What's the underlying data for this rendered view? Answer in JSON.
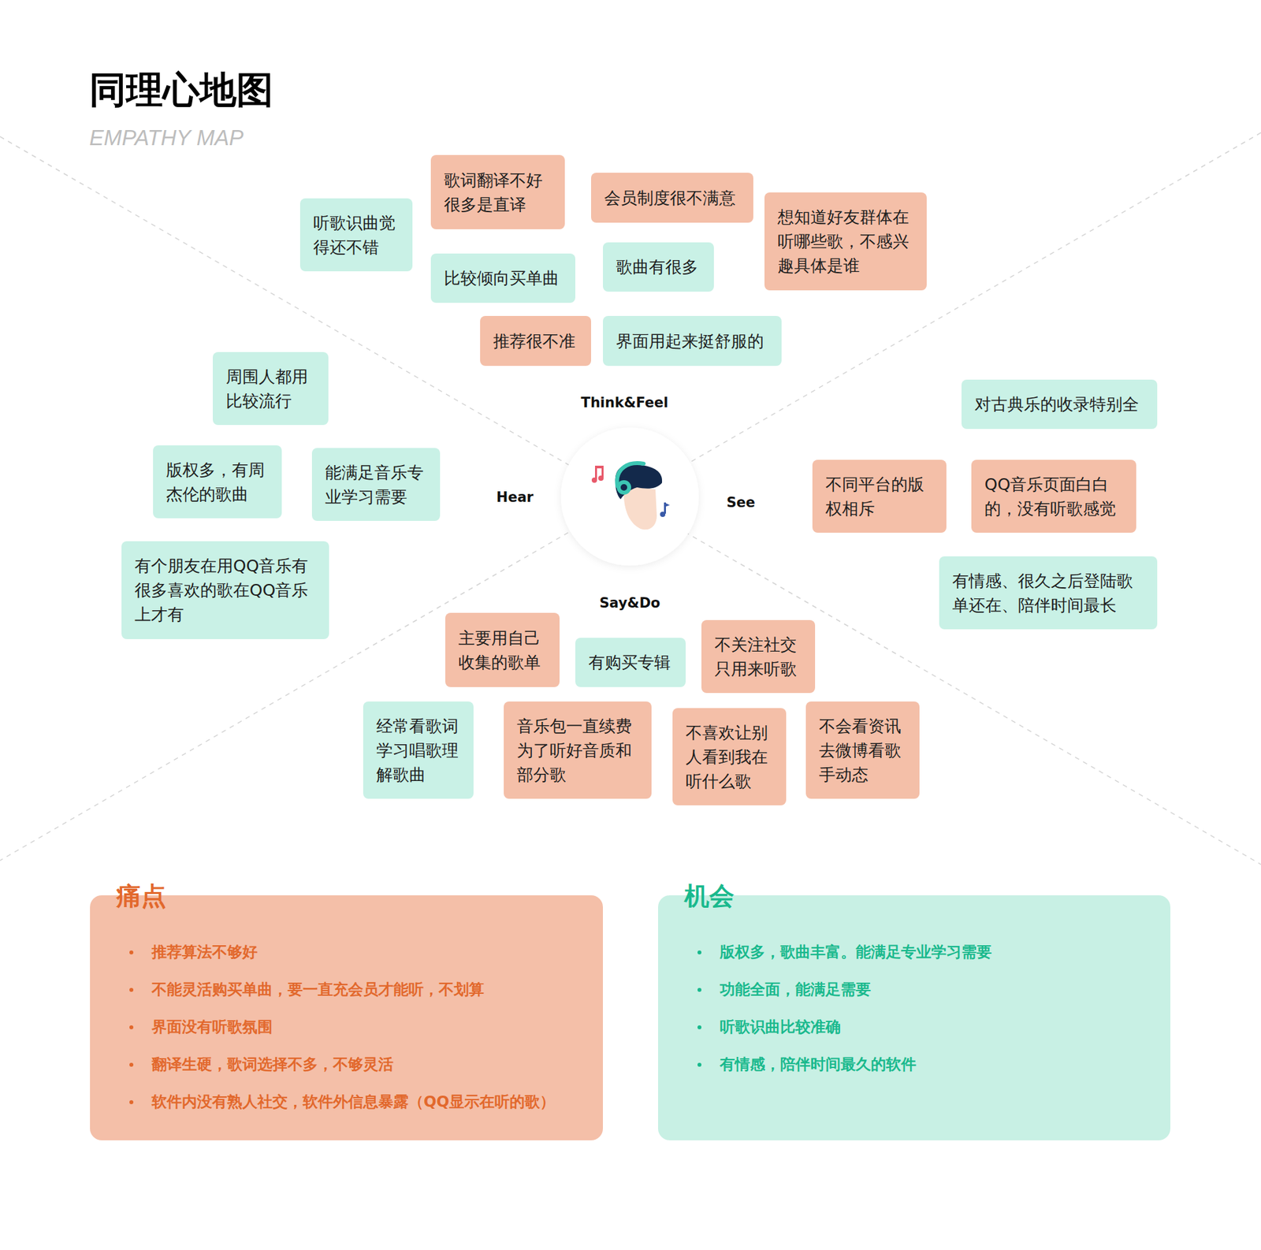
{
  "diagram": {
    "title": "同理心地图",
    "nodes": [
      {
        "text": [
          "听歌识曲觉得还不错"
        ]
      },
      {
        "text": [
          "歌词翻译不好很多是直译"
        ]
      },
      {
        "text": [
          "会员制度很不满意"
        ]
      },
      {
        "text": [
          "想知道好友群体在听哪些歌，不感兴趣具体是谁"
        ]
      },
      {
        "text": [
          "比较倾向买单曲"
        ]
      },
      {
        "text": [
          "歌曲有很多"
        ]
      },
      {
        "text": [
          "推荐很不准"
        ]
      },
      {
        "text": [
          "界面用起来挺舒服的"
        ]
      },
      {
        "text": [
          "周围人都用比较流行"
        ]
      },
      {
        "text": [
          "版权多，有周杰伦的歌曲"
        ]
      },
      {
        "text": [
          "能满足音乐专业学习需要"
        ]
      },
      {
        "text": [
          "有个朋友在用QQ音乐有很多喜欢的歌在QQ音乐上才有"
        ]
      },
      {
        "text": [
          "对古典乐的收录特别全"
        ]
      },
      {
        "text": [
          "不同平台的版权相斥"
        ]
      },
      {
        "text": [
          "QQ音乐页面白白的，没有听歌感觉"
        ]
      },
      {
        "text": [
          "有情感、很久之后登陆歌单还在、陪伴时间最长"
        ]
      },
      {
        "text": [
          "主要用自己收集的歌单"
        ]
      },
      {
        "text": [
          "有购买专辑"
        ]
      },
      {
        "text": [
          "不关注社交只用来听歌"
        ]
      },
      {
        "text": [
          "经常看歌词学习唱歌理解歌曲"
        ]
      },
      {
        "text": [
          "音乐包一直续费为了听好音质和部分歌"
        ]
      },
      {
        "text": [
          "不喜欢让别人看到我在听什么歌"
        ]
      },
      {
        "text": [
          "不会看资讯去微博看歌手动态"
        ]
      },
      {
        "text": [
          "痛点",
          "推荐算法不够好",
          "不能灵活购买单曲，要一直充会员才能听，不划算",
          "界面没有听歌氛围",
          "翻译生硬，歌词选择不多，不够灵活",
          "软件内没有熟人社交，软件外信息暴露（QQ显示在听的歌）"
        ]
      },
      {
        "text": [
          "机会",
          "版权多，歌曲丰富。能满足专业学习需要",
          "功能全面，能满足需要",
          "听歌识曲比较准确",
          "有情感，陪伴时间最久的软件"
        ]
      }
    ],
    "labels": [
      "EMPATHY MAP",
      "Think&Feel",
      "Hear",
      "See",
      "Say&Do"
    ]
  }
}
